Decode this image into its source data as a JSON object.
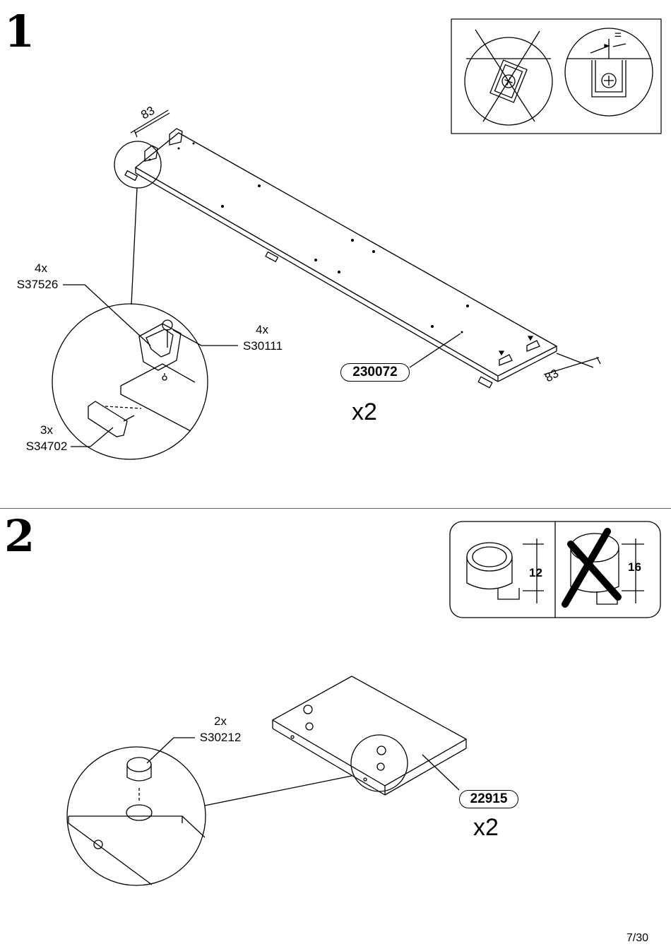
{
  "page_number": "7/30",
  "step1": {
    "number": "1",
    "dimension_top": "83",
    "dimension_bottom": "83",
    "parts": [
      {
        "qty": "4x",
        "code": "S37526"
      },
      {
        "qty": "4x",
        "code": "S30111"
      },
      {
        "qty": "3x",
        "code": "S34702"
      }
    ],
    "panel_code": "230072",
    "panel_qty": "x2",
    "detail_panel": {
      "equal_mark": "="
    }
  },
  "step2": {
    "number": "2",
    "parts": [
      {
        "qty": "2x",
        "code": "S30212"
      }
    ],
    "panel_code": "22915",
    "panel_qty": "x2",
    "cam_check": {
      "correct_depth": "12",
      "wrong_depth": "16"
    }
  }
}
